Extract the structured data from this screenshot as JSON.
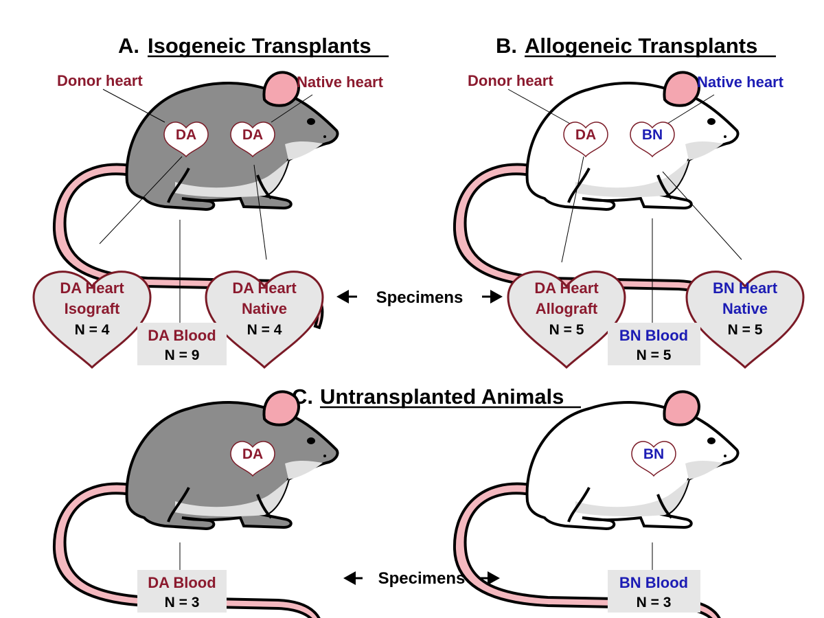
{
  "titles": {
    "a_letter": "A.",
    "a_text": "Isogeneic Transplants",
    "b_letter": "B.",
    "b_text": "Allogeneic Transplants",
    "c_letter": "C.",
    "c_text": "Untransplanted Animals"
  },
  "panel_a": {
    "donor_label": "Donor heart",
    "native_label": "Native heart",
    "donor_heart": "DA",
    "native_heart": "DA",
    "isograft": {
      "line1": "DA Heart",
      "line2": "Isograft",
      "n": "N = 4"
    },
    "blood": {
      "label": "DA Blood",
      "n": "N = 9"
    },
    "native": {
      "line1": "DA Heart",
      "line2": "Native",
      "n": "N = 4"
    }
  },
  "panel_b": {
    "donor_label": "Donor heart",
    "native_label": "Native heart",
    "donor_heart": "DA",
    "native_heart": "BN",
    "allograft": {
      "line1": "DA Heart",
      "line2": "Allograft",
      "n": "N = 5"
    },
    "blood": {
      "label": "BN Blood",
      "n": "N = 5"
    },
    "native": {
      "line1": "BN Heart",
      "line2": "Native",
      "n": "N = 5"
    }
  },
  "panel_c": {
    "left_heart": "DA",
    "right_heart": "BN",
    "left_blood": {
      "label": "DA Blood",
      "n": "N = 3"
    },
    "right_blood": {
      "label": "BN Blood",
      "n": "N = 3"
    }
  },
  "specimens_label": "Specimens",
  "colors": {
    "da_red": "#8b1a2e",
    "bn_blue": "#1c1cb4",
    "grey_rat": "#8c8c8c",
    "white_rat": "#ffffff",
    "tail_pink": "#f4b8bf",
    "box_grey": "#e6e6e6"
  },
  "icons": [
    "rat-icon",
    "heart-icon",
    "double-arrow-icon"
  ]
}
